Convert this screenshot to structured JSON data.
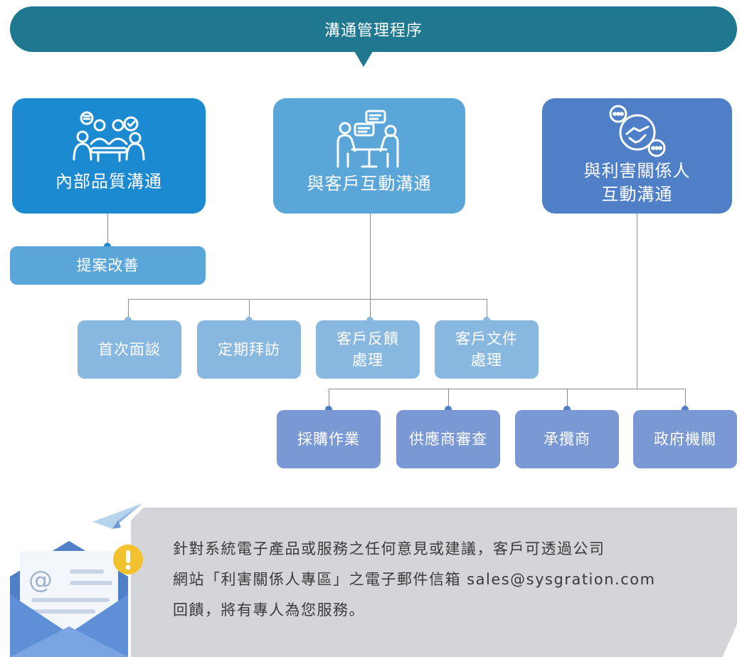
{
  "header": {
    "title": "溝通管理程序"
  },
  "categories": [
    {
      "label": "內部品質溝通",
      "color": "#1c8ad0"
    },
    {
      "label": "與客戶互動溝通",
      "color": "#5ba6d8"
    },
    {
      "label_line1": "與利害關係人",
      "label_line2": "互動溝通",
      "color": "#4f7fc7"
    }
  ],
  "internal_items": [
    {
      "label": "提案改善"
    }
  ],
  "customer_items": [
    {
      "label": "首次面談"
    },
    {
      "label": "定期拜訪"
    },
    {
      "line1": "客戶反饋",
      "line2": "處理"
    },
    {
      "line1": "客戶文件",
      "line2": "處理"
    }
  ],
  "stakeholder_items": [
    {
      "label": "採購作業"
    },
    {
      "label": "供應商審查"
    },
    {
      "label": "承攬商"
    },
    {
      "label": "政府機關"
    }
  ],
  "note": {
    "line1": "針對系統電子產品或服務之任何意見或建議，客戶可透過公司",
    "line2": "網站「利害關係人專區」之電子郵件信箱 sales@sysgration.com",
    "line3": "回饋，將有專人為您服務。"
  },
  "colors": {
    "banner": "#1f7890",
    "internal_sub": "#5ba6d8",
    "customer_sub": "#88b8e0",
    "stakeholder_sub": "#7a98d3",
    "connector": "#8c8c8c",
    "note_bg": "#d4d5d8"
  },
  "icons": [
    "meeting-icon",
    "consultation-icon",
    "handshake-chat-icon",
    "paper-plane-icon",
    "email-envelope-icon",
    "alert-icon"
  ]
}
